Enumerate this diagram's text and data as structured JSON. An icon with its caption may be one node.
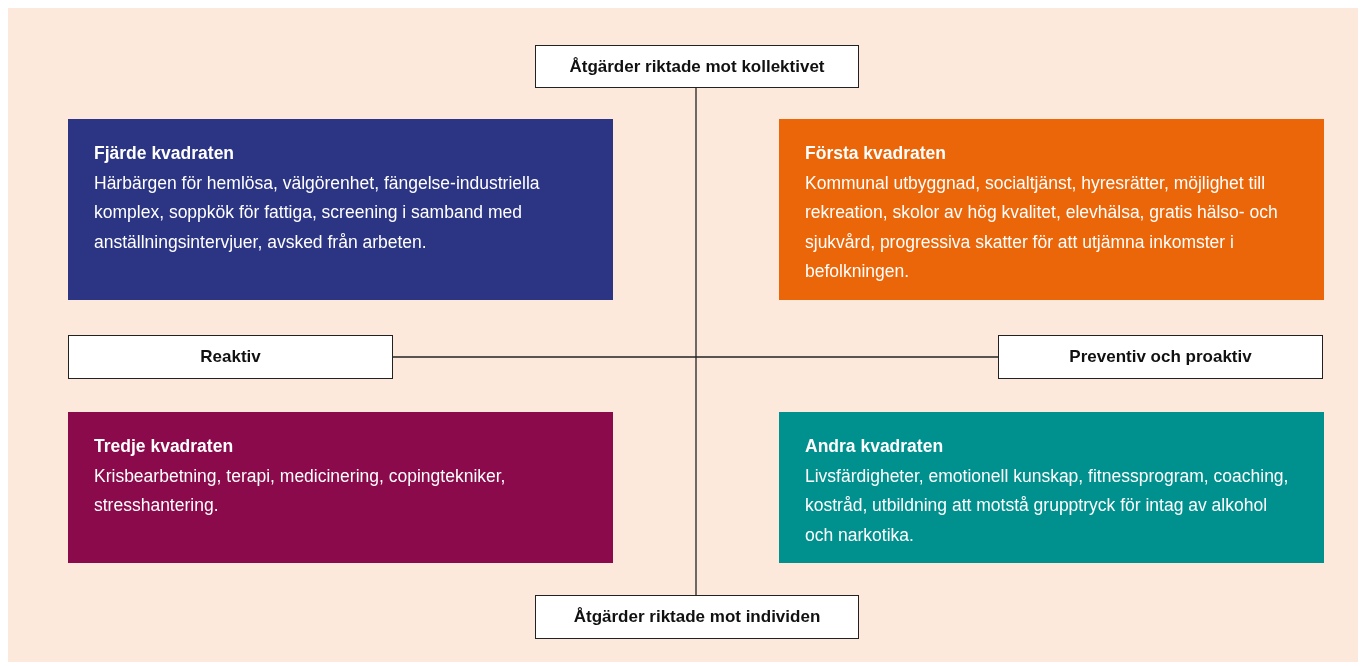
{
  "diagram": {
    "nodes": [
      {
        "text": [
          "Åtgärder riktade mot kollektivet"
        ]
      },
      {
        "text": [
          "Fjärde kvadraten",
          "Härbärgen för hemlösa, välgörenhet, fängelse-industriella komplex, soppkök för fattiga, screening i samband med anställningsintervjuer, avsked från arbeten."
        ]
      },
      {
        "text": [
          "Första kvadraten",
          "Kommunal utbyggnad, socialtjänst, hyresrätter, möjlighet till rekreation, skolor av hög kvalitet, elevhälsa, gratis hälso- och sjukvård, progressiva skatter för att utjämna inkomster i befolkningen."
        ]
      },
      {
        "text": [
          "Reaktiv"
        ]
      },
      {
        "text": [
          "Preventiv och proaktiv"
        ]
      },
      {
        "text": [
          "Tredje kvadraten",
          "Krisbearbetning, terapi, medicinering, copingtekniker, stresshantering."
        ]
      },
      {
        "text": [
          "Andra kvadraten",
          "Livsfärdigheter, emotionell kunskap, fitnessprogram, coaching, kostråd, utbildning att motstå grupptryck för intag av alkohol och narkotika."
        ]
      },
      {
        "text": [
          "Åtgärder riktade mot individen"
        ]
      }
    ],
    "edges": [
      {
        "from": 0,
        "to": 7,
        "arrow": "none"
      },
      {
        "from": 3,
        "to": 4,
        "arrow": "none"
      }
    ]
  }
}
